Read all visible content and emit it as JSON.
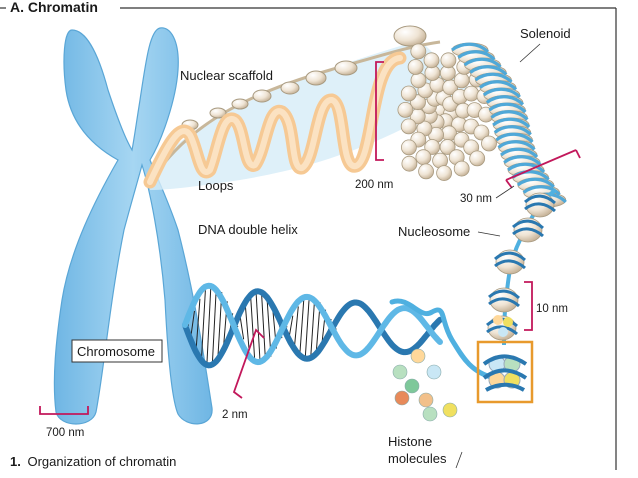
{
  "header": {
    "title": "A. Chromatin"
  },
  "labels": {
    "nuclear_scaffold": "Nuclear scaffold",
    "loops": "Loops",
    "solenoid": "Solenoid",
    "nm_200": "200 nm",
    "nm_30": "30 nm",
    "nucleosome": "Nucleosome",
    "nm_10": "10 nm",
    "dna_double_helix": "DNA double helix",
    "chromosome": "Chromosome",
    "nm_700": "700 nm",
    "nm_2": "2 nm",
    "histone_line1": "Histone",
    "histone_line2": "molecules"
  },
  "caption": {
    "number": "1.",
    "text": "Organization of chromatin"
  },
  "colors": {
    "chromosome_fill": "#8ec8ec",
    "chromosome_stroke": "#5aa6d6",
    "fiber_fill": "#f8d6ac",
    "fiber_stroke": "#e0a868",
    "helix_dark": "#2a78b0",
    "helix_light": "#5fb8e6",
    "scale_bar": "#c2185b",
    "highlight_box": "#e89a2c",
    "frame": "#333333"
  },
  "histone_colors": [
    "#b8e0c0",
    "#ffd89a",
    "#c9e7f5",
    "#7ec89a",
    "#e88a5a",
    "#f2c08a",
    "#f0e060"
  ]
}
